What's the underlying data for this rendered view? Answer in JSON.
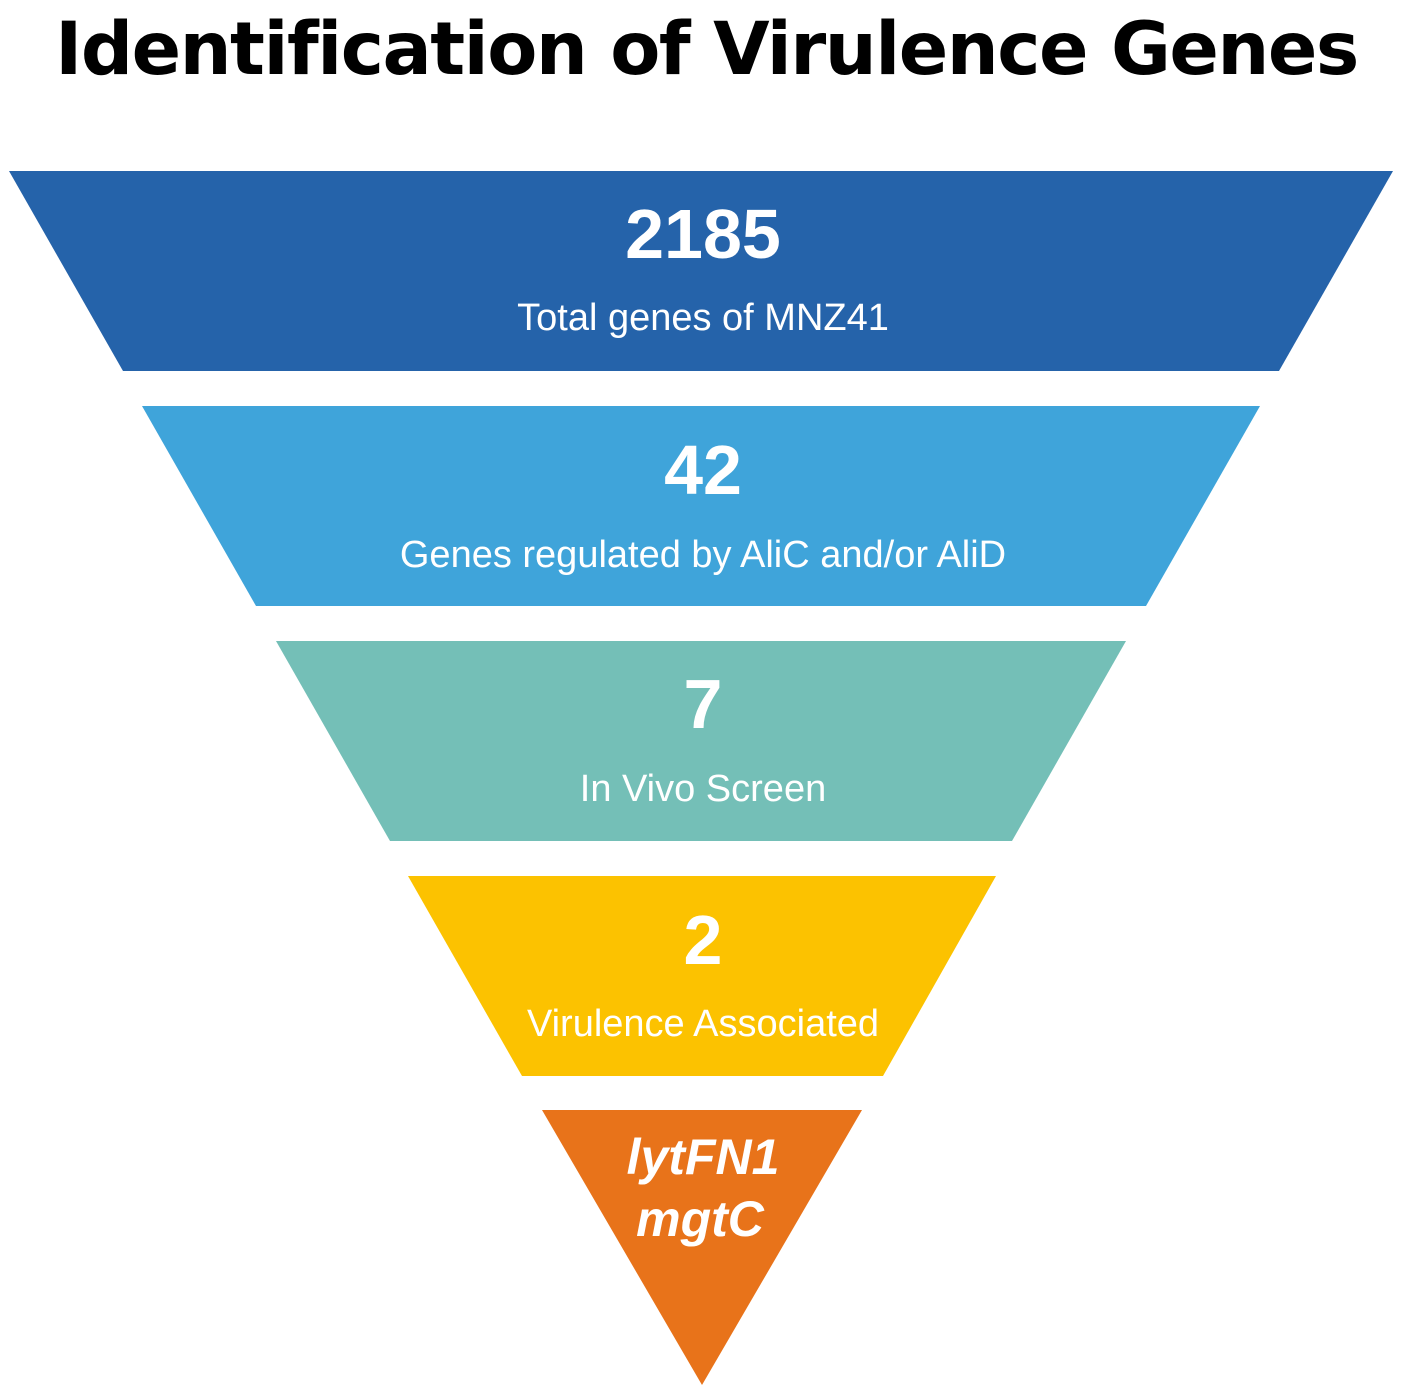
{
  "title": "Identification of Virulence Genes",
  "stages": [
    {
      "count": "2185",
      "label": "Total genes of MNZ41",
      "color": "#2563aa"
    },
    {
      "count": "42",
      "label": "Genes regulated by AliC and/or AliD",
      "color": "#3fa4da"
    },
    {
      "count": "7",
      "label": "In Vivo Screen",
      "color": "#74bfb7"
    },
    {
      "count": "2",
      "label": "Virulence Associated",
      "color": "#fcc200"
    }
  ],
  "final_stage": {
    "genes": [
      "lytFN1",
      "mgtC"
    ],
    "color": "#e8731a"
  }
}
